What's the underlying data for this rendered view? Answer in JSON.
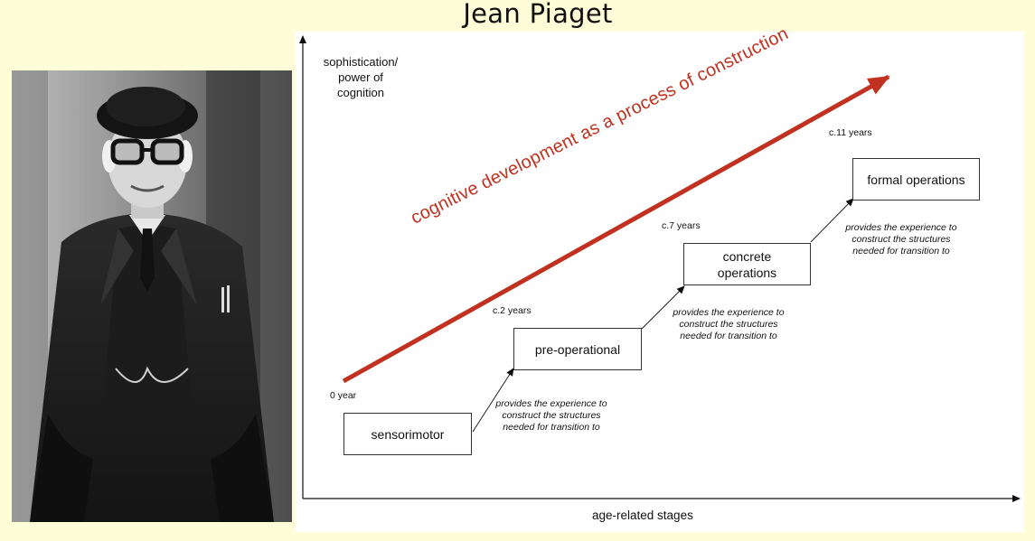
{
  "title": "Jean Piaget",
  "axes": {
    "y_label": "sophistication/ power of cognition",
    "x_label": "age-related stages"
  },
  "trend_label": "cognitive development as a process of construction",
  "transition_note": "provides the experience to construct the structures needed for transition to",
  "stages": [
    {
      "name": "sensorimotor",
      "age": "0 year"
    },
    {
      "name": "pre-operational",
      "age": "c.2 years"
    },
    {
      "name": "concrete operations",
      "age": "c.7 years"
    },
    {
      "name": "formal operations",
      "age": "c.11 years"
    }
  ],
  "colors": {
    "background": "#fffcd8",
    "trend_arrow": "#c0311f",
    "panel": "#ffffff"
  },
  "photo": {
    "subject": "black-and-white portrait of an elderly man in beret and glasses"
  }
}
